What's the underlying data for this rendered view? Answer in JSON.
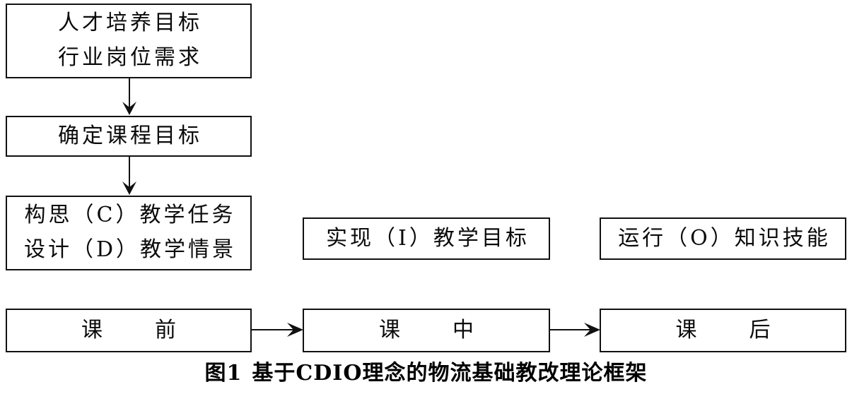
{
  "figure": {
    "caption_number": "图1",
    "caption_text": "基于CDIO理念的物流基础教改理论框架"
  },
  "boxes": {
    "talent": {
      "line1": "人才培养目标",
      "line2": "行业岗位需求"
    },
    "course_goal": {
      "line1": "确定课程目标"
    },
    "conceive_design": {
      "line1": "构思（C）教学任务",
      "line2": "设计（D）教学情景"
    },
    "implement": {
      "line1": "实现（I）教学目标"
    },
    "operate": {
      "line1": "运行（O）知识技能"
    },
    "before_class": {
      "line1": "课　前"
    },
    "during_class": {
      "line1": "课　中"
    },
    "after_class": {
      "line1": "课　后"
    }
  },
  "arrows": [
    {
      "name": "talent-to-course-goal",
      "direction": "down"
    },
    {
      "name": "course-goal-to-conceive",
      "direction": "down"
    },
    {
      "name": "before-class-to-during-class",
      "direction": "right"
    },
    {
      "name": "during-class-to-after-class",
      "direction": "right"
    }
  ],
  "colors": {
    "stroke": "#111111",
    "text": "#0a0a0a",
    "background": "#ffffff"
  }
}
